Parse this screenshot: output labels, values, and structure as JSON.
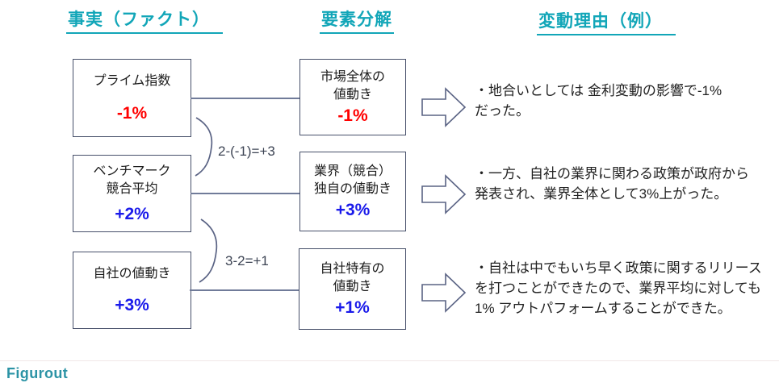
{
  "colors": {
    "header_teal": "#12a6b8",
    "negative_red": "#ff0000",
    "positive_blue": "#1a1aea",
    "box_border": "#47506a",
    "connector_line": "#707b99",
    "logo_teal": "#2b93a5"
  },
  "headers": {
    "fact": "事実（ファクト）",
    "decomposition": "要素分解",
    "reason": "変動理由（例）"
  },
  "rows": [
    {
      "fact_lines": [
        "プライム指数"
      ],
      "fact_value": "-1%",
      "decomp_lines": [
        "市場全体の",
        "値動き"
      ],
      "decomp_value": "-1%",
      "reason_lines": [
        "・地合いとしては 金利変動の影響で-1%",
        "だった。"
      ]
    },
    {
      "fact_lines": [
        "ベンチマーク",
        "競合平均"
      ],
      "fact_value": "+2%",
      "decomp_lines": [
        "業界（競合）",
        "独自の値動き"
      ],
      "decomp_value": "+3%",
      "reason_lines": [
        "・一方、自社の業界に関わる政策が政府から",
        "発表され、業界全体として3%上がった。"
      ]
    },
    {
      "fact_lines": [
        "自社の値動き"
      ],
      "fact_value": "+3%",
      "decomp_lines": [
        "自社特有の",
        "値動き"
      ],
      "decomp_value": "+1%",
      "reason_lines": [
        "・自社は中でもいち早く政策に関するリリース",
        "を打つことができたので、業界平均に対しても",
        "1% アウトパフォームすることができた。"
      ]
    }
  ],
  "annotations": [
    {
      "formula": "2-(-1)=+3"
    },
    {
      "formula": "3-2=+1"
    }
  ],
  "footer": {
    "logo_text": "Figurout"
  }
}
